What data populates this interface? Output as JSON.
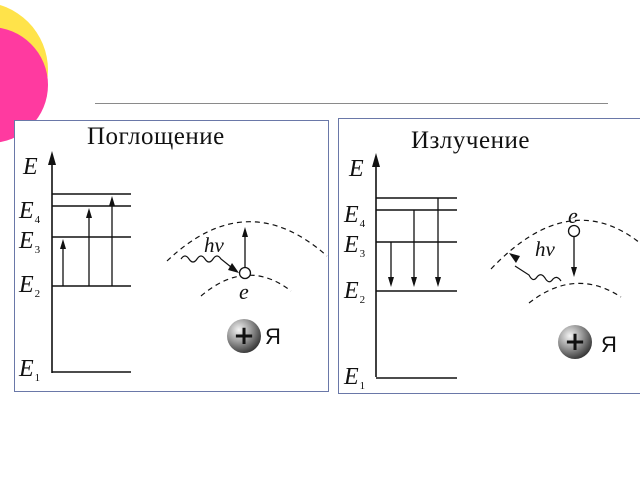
{
  "absorption": {
    "title": "Поглощение",
    "axis_label": "E",
    "levels": [
      {
        "letter": "E",
        "index": "4"
      },
      {
        "letter": "E",
        "index": "3"
      },
      {
        "letter": "E",
        "index": "2"
      },
      {
        "letter": "E",
        "index": "1"
      }
    ],
    "photon_label": "hν",
    "electron_label": "e",
    "nucleus_label": "Я",
    "nucleus_sign": "+"
  },
  "emission": {
    "title": "Излучение",
    "axis_label": "E",
    "levels": [
      {
        "letter": "E",
        "index": "4"
      },
      {
        "letter": "E",
        "index": "3"
      },
      {
        "letter": "E",
        "index": "2"
      },
      {
        "letter": "E",
        "index": "1"
      }
    ],
    "photon_label": "hν",
    "electron_label": "e",
    "nucleus_label": "Я",
    "nucleus_sign": "+"
  },
  "colors": {
    "decor_pink": "#ff3aa0",
    "decor_yellow": "#ffe34a",
    "panel_border": "#6a78a8"
  }
}
